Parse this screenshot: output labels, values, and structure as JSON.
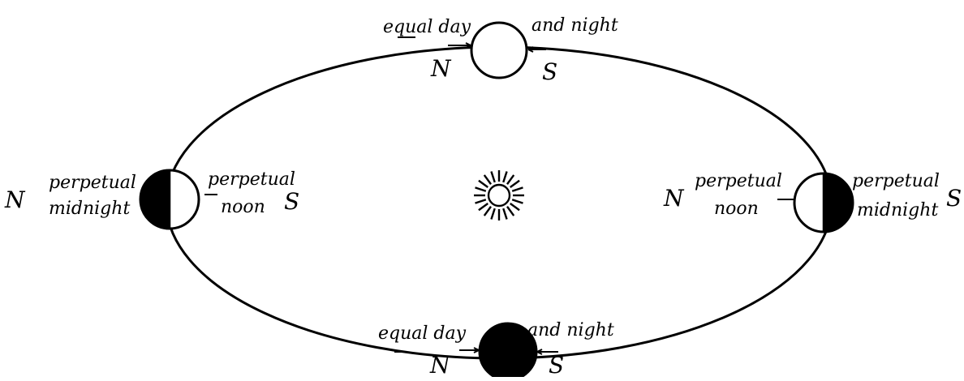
{
  "colors": {
    "ink": "#000000",
    "paper": "#ffffff"
  },
  "sun": {
    "icon": "sun-icon"
  },
  "top_planet": {
    "left_label": "equal day",
    "right_label": "and night",
    "north": "N",
    "south": "S"
  },
  "bottom_planet": {
    "left_label": "equal day",
    "right_label": "and night",
    "north": "N",
    "south": "S"
  },
  "left_planet": {
    "north": "N",
    "south": "S",
    "dark_side_label": [
      "perpetual",
      "midnight"
    ],
    "lit_side_label": [
      "perpetual",
      "noon"
    ]
  },
  "right_planet": {
    "north": "N",
    "south": "S",
    "lit_side_label": [
      "perpetual",
      "noon"
    ],
    "dark_side_label": [
      "perpetual",
      "midnight"
    ]
  }
}
